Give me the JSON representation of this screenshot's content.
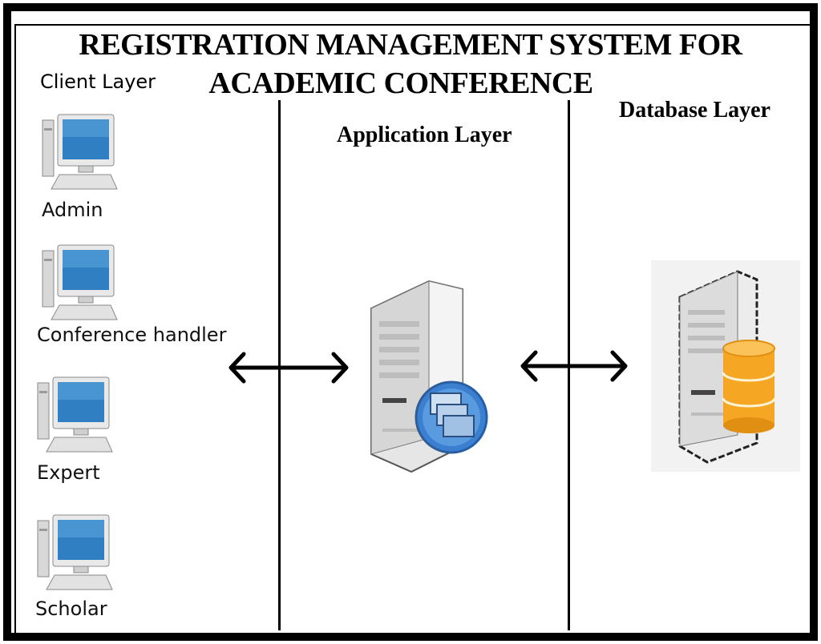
{
  "diagram": {
    "title_line1": "REGISTRATION MANAGEMENT SYSTEM FOR",
    "title_line2": "ACADEMIC CONFERENCE",
    "layers": {
      "client": "Client Layer",
      "application": "Application Layer",
      "database": "Database Layer"
    },
    "clients": [
      {
        "label": "Admin",
        "icon": "computer-icon"
      },
      {
        "label": "Conference handler",
        "icon": "computer-icon"
      },
      {
        "label": "Expert",
        "icon": "computer-icon"
      },
      {
        "label": "Scholar",
        "icon": "computer-icon"
      }
    ],
    "icons": {
      "application": "application-server-icon",
      "database": "database-server-icon"
    },
    "connections": [
      {
        "from": "client",
        "to": "application",
        "direction": "bidirectional"
      },
      {
        "from": "application",
        "to": "database",
        "direction": "bidirectional"
      }
    ],
    "colors": {
      "monitor_screen": "#2f7fc2",
      "database_cylinder": "#f5a623",
      "server_badge": "#3a7fd0"
    }
  }
}
